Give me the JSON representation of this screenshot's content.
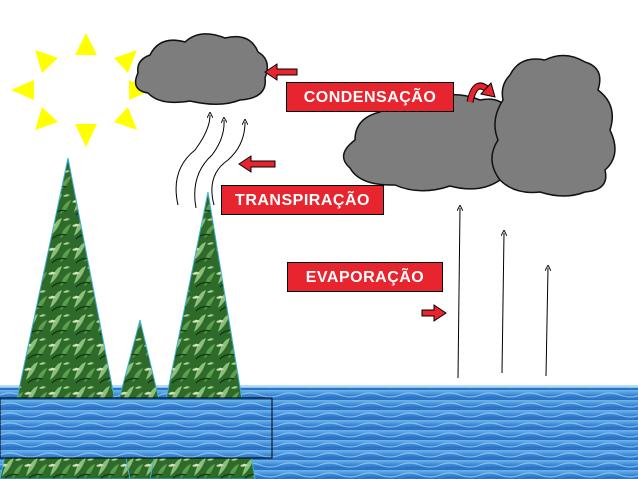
{
  "labels": {
    "condensacao": "CONDENSAÇÃO",
    "transpiracao": "TRANSPIRAÇÃO",
    "evaporacao": "EVAPORAÇÃO"
  },
  "icons": [
    "sun-icon",
    "cloud-icon",
    "tree-icon",
    "water-icon",
    "arrow-icon"
  ],
  "colors": {
    "label_fill": "#e8242e",
    "label_text": "#ffffff",
    "sun": "#ffff00",
    "cloud": "#7d7d7d",
    "water": "#3a86d6",
    "foliage": "#2f6b2a"
  }
}
